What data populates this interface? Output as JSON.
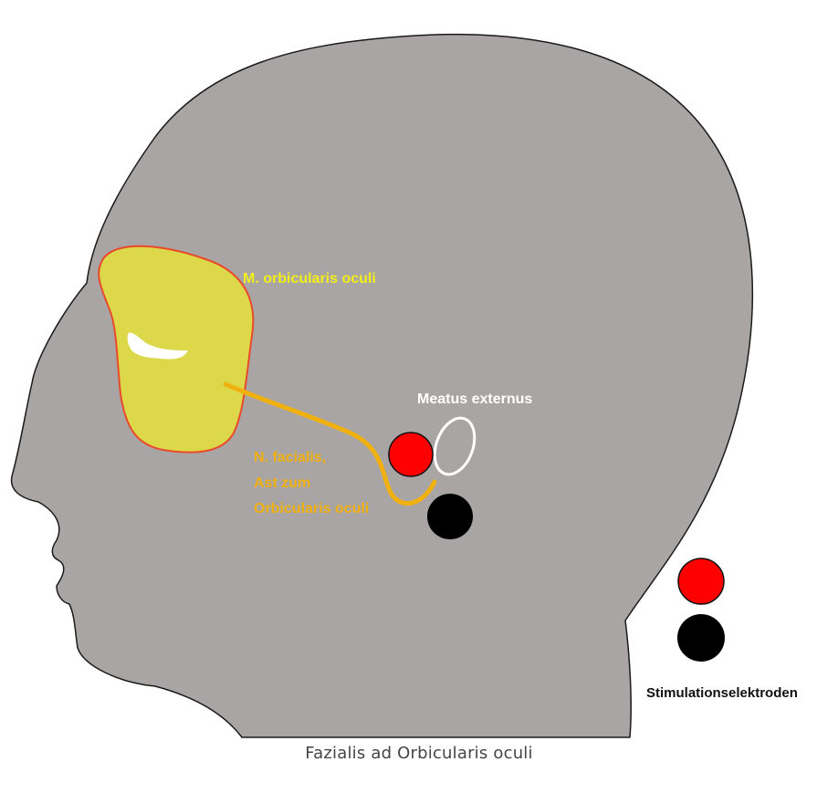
{
  "labels": {
    "muscle": "M. orbicularis oculi",
    "meatus": "Meatus externus",
    "nerve_lines": [
      "N. facialis,",
      "Ast zum",
      "Orbicularis oculi"
    ],
    "electrodes": "Stimulationselektroden"
  },
  "caption": "Fazialis ad Orbicularis oculi",
  "colors": {
    "head": "#a9a5a5",
    "muscle_fill": "#dcd84a",
    "muscle_outline": "#e84a2a",
    "muscle_label": "#f2ee1c",
    "nerve": "#f0b010",
    "electrode_positive": "#ff0000",
    "electrode_negative": "#000000",
    "meatus": "#ffffff"
  }
}
